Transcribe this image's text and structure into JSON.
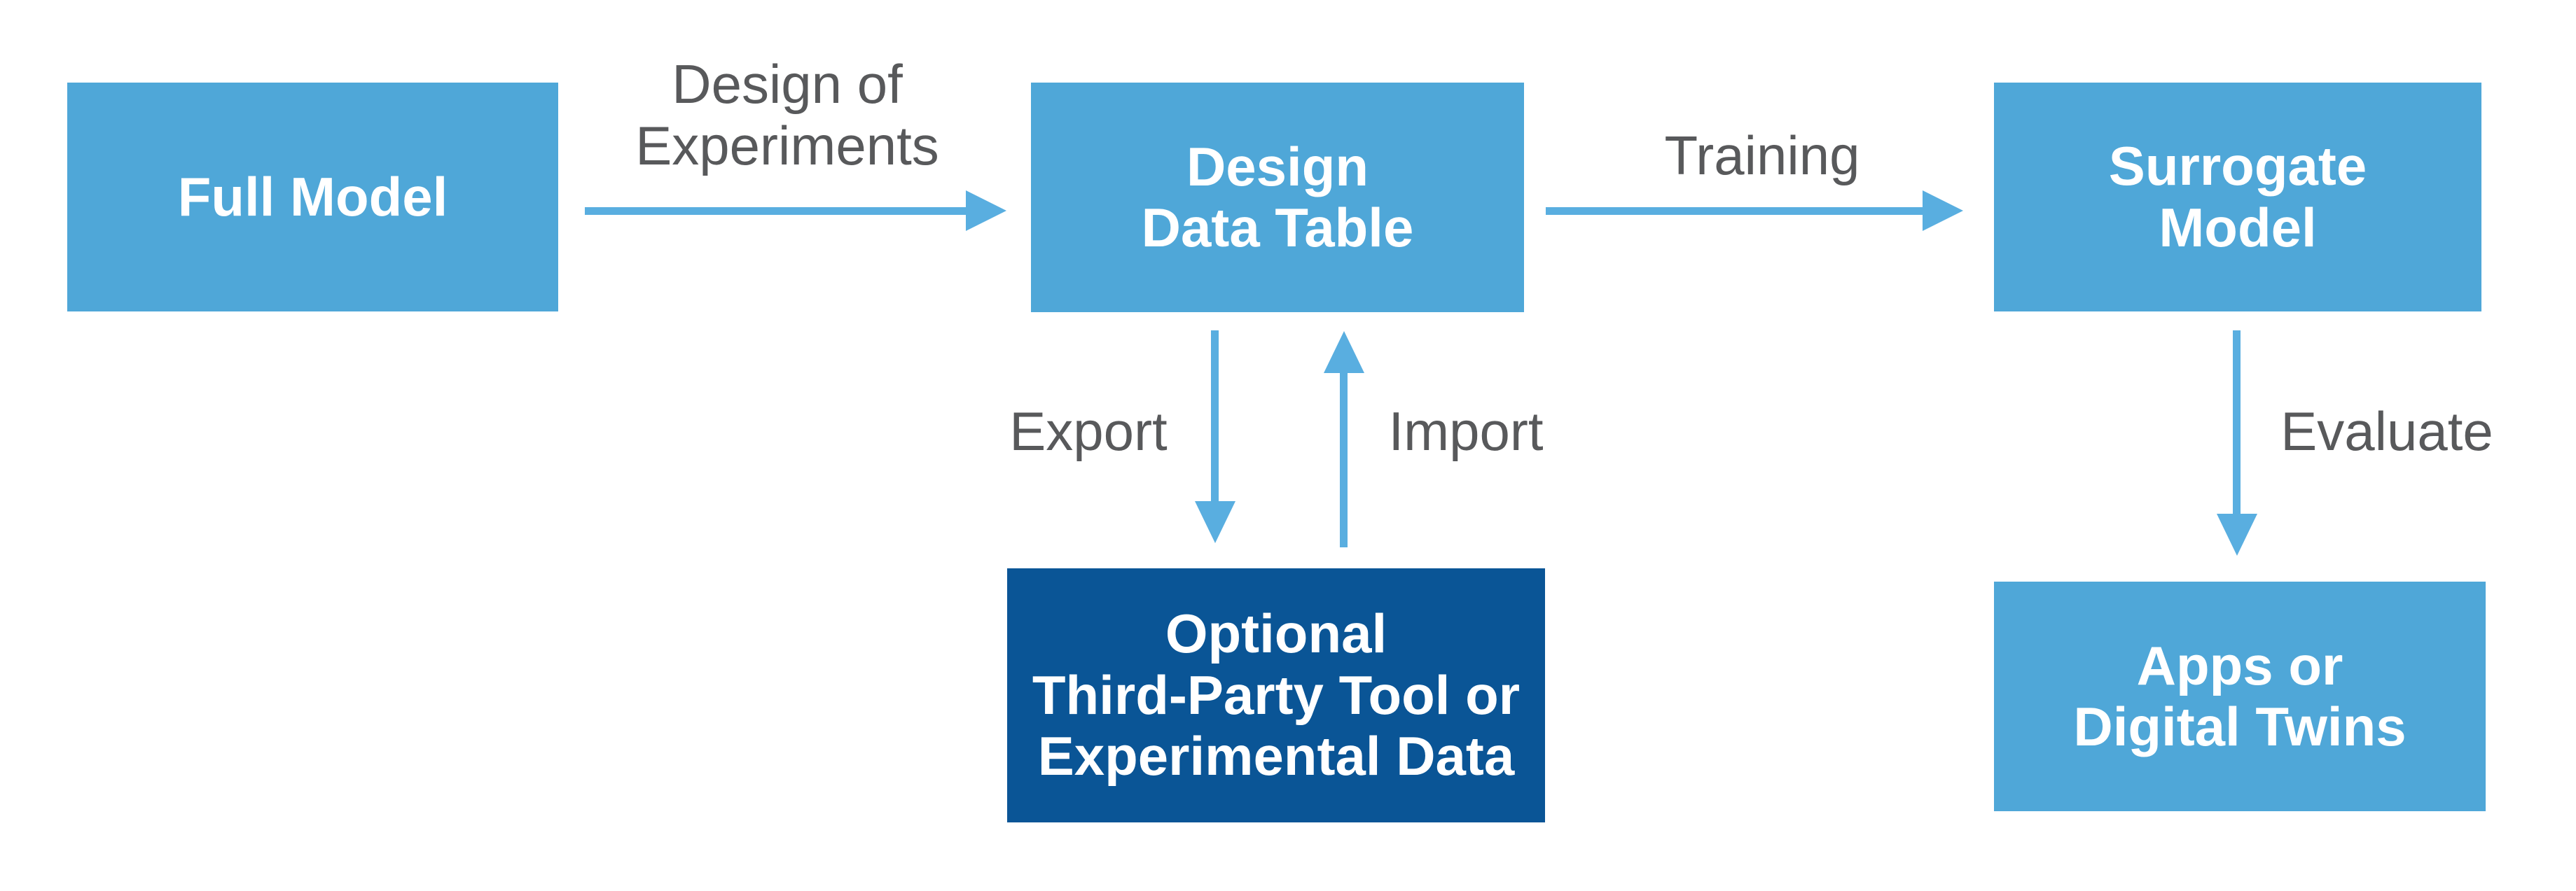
{
  "diagram": {
    "colors": {
      "light_blue": "#4FA7D8",
      "dark_blue": "#0A5596",
      "arrow": "#59AEE0",
      "label_gray": "#58595B",
      "box_text": "#FFFFFF",
      "bg": "#FFFFFF"
    },
    "nodes": [
      {
        "id": "full-model",
        "lines": [
          "Full Model"
        ]
      },
      {
        "id": "design-data-table",
        "lines": [
          "Design",
          "Data Table"
        ]
      },
      {
        "id": "surrogate-model",
        "lines": [
          "Surrogate",
          "Model"
        ]
      },
      {
        "id": "optional-third-party",
        "lines": [
          "Optional",
          "Third-Party Tool or",
          "Experimental Data"
        ]
      },
      {
        "id": "apps-digital-twins",
        "lines": [
          "Apps or",
          "Digital Twins"
        ]
      }
    ],
    "edge_labels": {
      "design_of_experiments": [
        "Design of",
        "Experiments"
      ],
      "training": "Training",
      "export": "Export",
      "import": "Import",
      "evaluate": "Evaluate"
    }
  }
}
